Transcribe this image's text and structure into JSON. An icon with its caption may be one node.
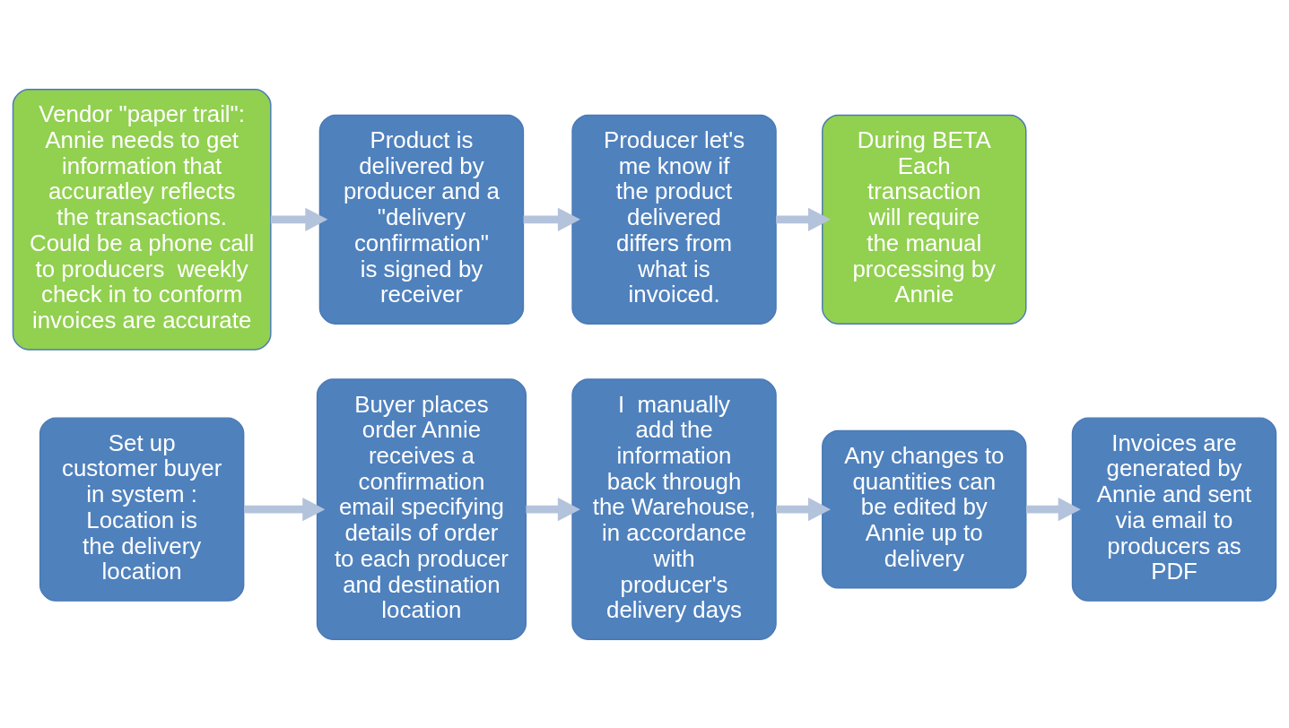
{
  "diagram": {
    "nodes": [
      {
        "text": [
          "Set up customer buyer in system : Location is the delivery location"
        ]
      },
      {
        "text": [
          "Buyer places order Annie receives a confirmation email specifying details of order to each producer  and destination location"
        ]
      },
      {
        "text": [
          "I  manually add the  information back through the Warehouse, in accordance with producer's delivery days"
        ]
      },
      {
        "text": [
          "Any changes to quantities can be edited by Annie up to delivery"
        ]
      },
      {
        "text": [
          "Invoices are generated by Annie and sent via email to producers as PDF"
        ]
      },
      {
        "text": [
          "Vendor \"paper trail\": Annie needs to get information that accuratley reflects the transactions. Could be a phone call to producers  weekly check in to conform invoices are accurate"
        ]
      },
      {
        "text": [
          "Product is delivered by producer and a \"delivery confirmation\" is signed by receiver"
        ]
      },
      {
        "text": [
          "Producer let's me know if  the product delivered differs from what is invoiced."
        ]
      },
      {
        "text": [
          "During BETA Each transaction will require the manual processing by Annie"
        ]
      }
    ],
    "edges": [
      {
        "from": 0,
        "to": 1,
        "arrow": "to"
      },
      {
        "from": 1,
        "to": 2,
        "arrow": "to"
      },
      {
        "from": 2,
        "to": 3,
        "arrow": "to"
      },
      {
        "from": 3,
        "to": 4,
        "arrow": "to"
      },
      {
        "from": 5,
        "to": 6,
        "arrow": "to"
      },
      {
        "from": 6,
        "to": 7,
        "arrow": "to"
      },
      {
        "from": 7,
        "to": 8,
        "arrow": "to"
      }
    ]
  }
}
